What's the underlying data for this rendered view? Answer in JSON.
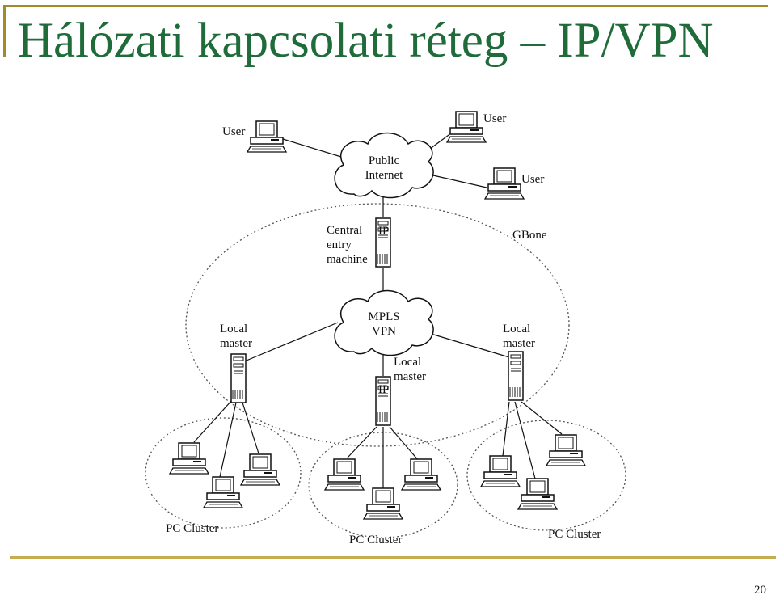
{
  "slide": {
    "title": "Hálózati kapcsolati réteg – IP/VPN",
    "page_number": "20"
  },
  "diagram": {
    "clouds": {
      "internet": [
        "Public",
        "Internet"
      ],
      "mpls": [
        "MPLS",
        "VPN"
      ]
    },
    "users": [
      "User",
      "User",
      "User"
    ],
    "central": [
      "Central",
      "entry",
      "machine"
    ],
    "gbone": "GBone",
    "local_masters": [
      [
        "Local",
        "master"
      ],
      [
        "Local",
        "master"
      ],
      [
        "Local",
        "master"
      ]
    ],
    "clusters": [
      "PC Cluster",
      "PC Cluster",
      "PC Cluster"
    ],
    "server_badge": "IP"
  }
}
